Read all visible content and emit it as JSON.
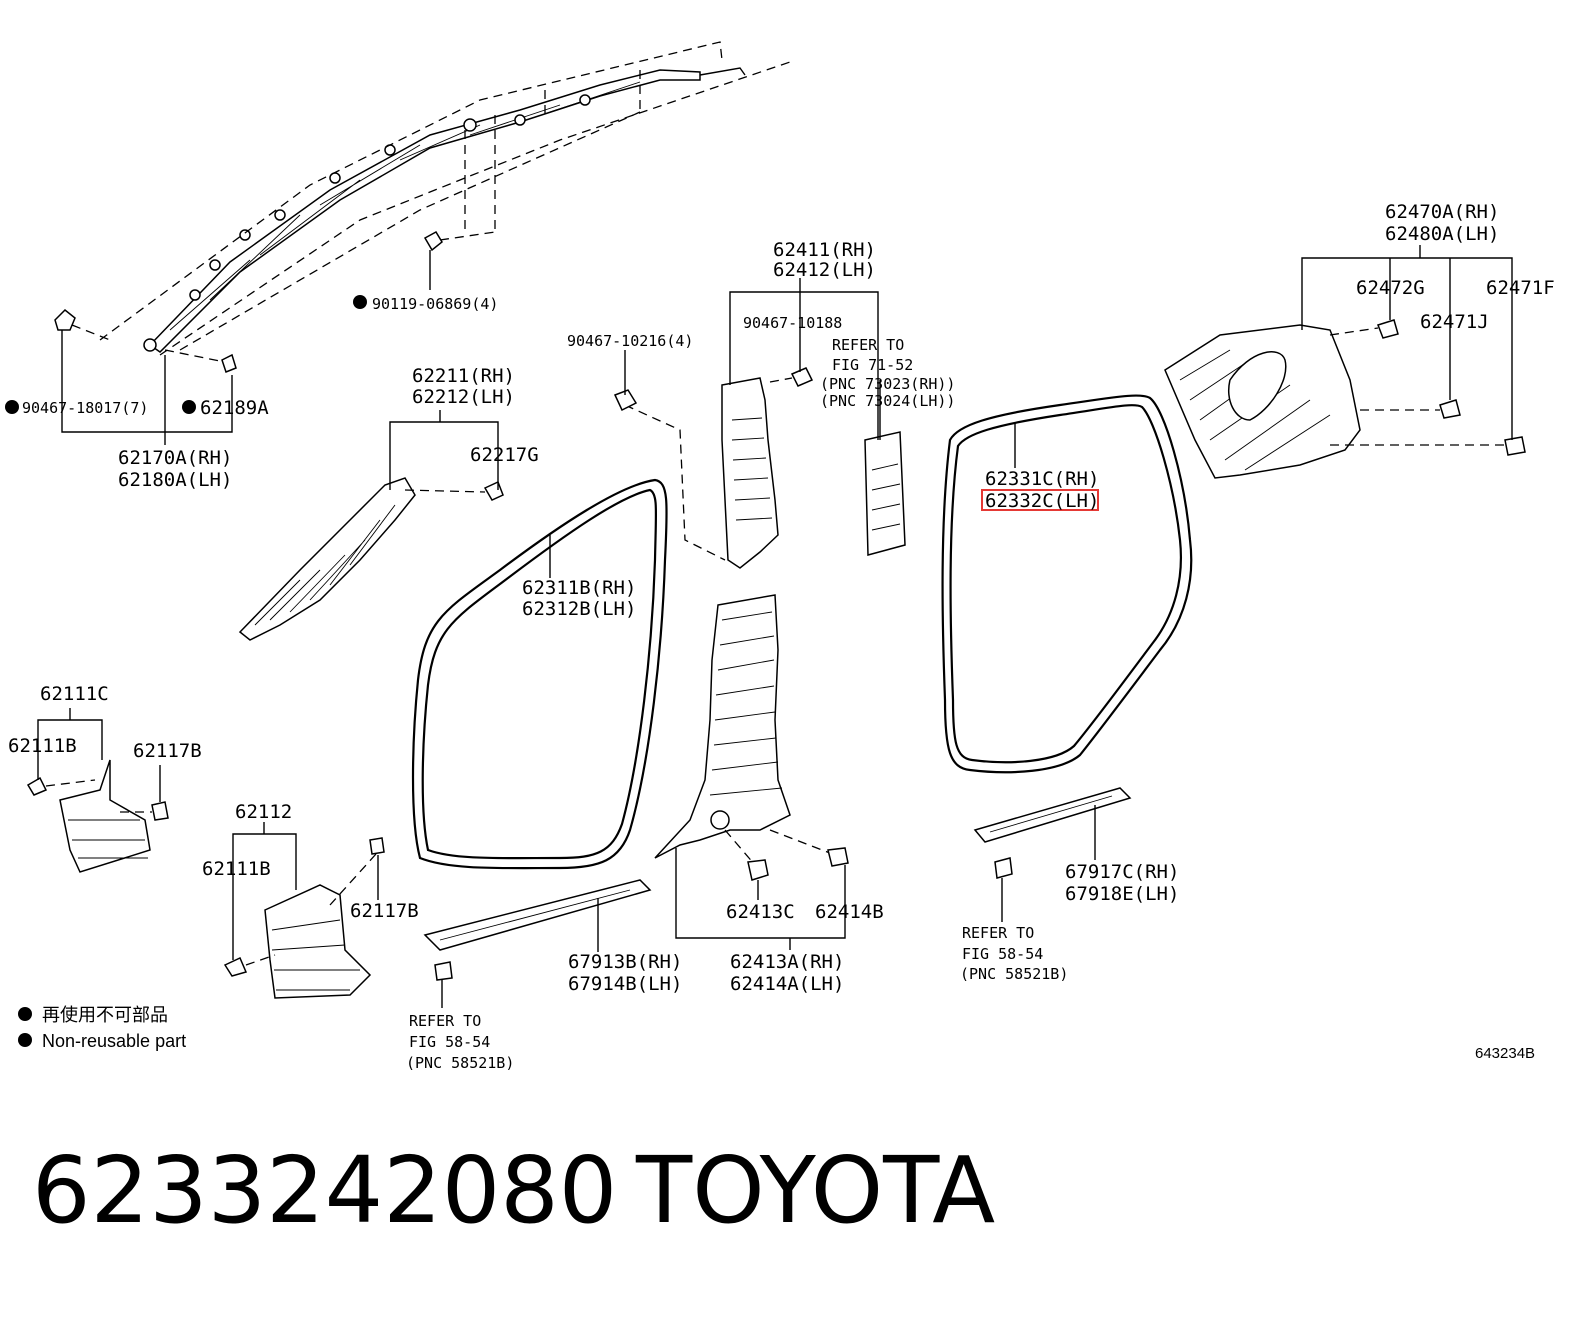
{
  "labels": {
    "p62470": "62470A(RH)",
    "p62480": "62480A(LH)",
    "p62472": "62472G",
    "p62471f": "62471F",
    "p62471j": "62471J",
    "p62411": "62411(RH)",
    "p62412": "62412(LH)",
    "p90467_10188": "90467-10188",
    "p90467_10216": "90467-10216(4)",
    "refer1_a": "REFER TO",
    "refer1_b": "FIG 71-52",
    "refer1_c": "(PNC 73023(RH))",
    "refer1_d": "(PNC 73024(LH))",
    "p90119": "90119-06869(4)",
    "p90467_18017": "90467-18017(7)",
    "p62189": "62189A",
    "p62170": "62170A(RH)",
    "p62180": "62180A(LH)",
    "p62211": "62211(RH)",
    "p62212": "62212(LH)",
    "p62217": "62217G",
    "p62331": "62331C(RH)",
    "p62332": "62332C(LH)",
    "p62311": "62311B(RH)",
    "p62312": "62312B(LH)",
    "p62111c": "62111C",
    "p62111b_1": "62111B",
    "p62117b_1": "62117B",
    "p62112": "62112",
    "p62111b_2": "62111B",
    "p62117b_2": "62117B",
    "p62413c": "62413C",
    "p62414b": "62414B",
    "p62413a": "62413A(RH)",
    "p62414a": "62414A(LH)",
    "p67913": "67913B(RH)",
    "p67914": "67914B(LH)",
    "p67917": "67917C(RH)",
    "p67918": "67918E(LH)",
    "refer2_a": "REFER TO",
    "refer2_b": "FIG 58-54",
    "refer2_c": "(PNC 58521B)",
    "refer3_a": "REFER TO",
    "refer3_b": "FIG 58-54",
    "refer3_c": "(PNC 58521B)"
  },
  "legend": {
    "line1": "再使用不可部品",
    "line2": "Non-reusable part"
  },
  "figure_code": "643234B",
  "footer": {
    "part_number": "6233242080",
    "brand": "TOYOTA"
  },
  "colors": {
    "highlight": "#e53935",
    "ink": "#000000"
  }
}
